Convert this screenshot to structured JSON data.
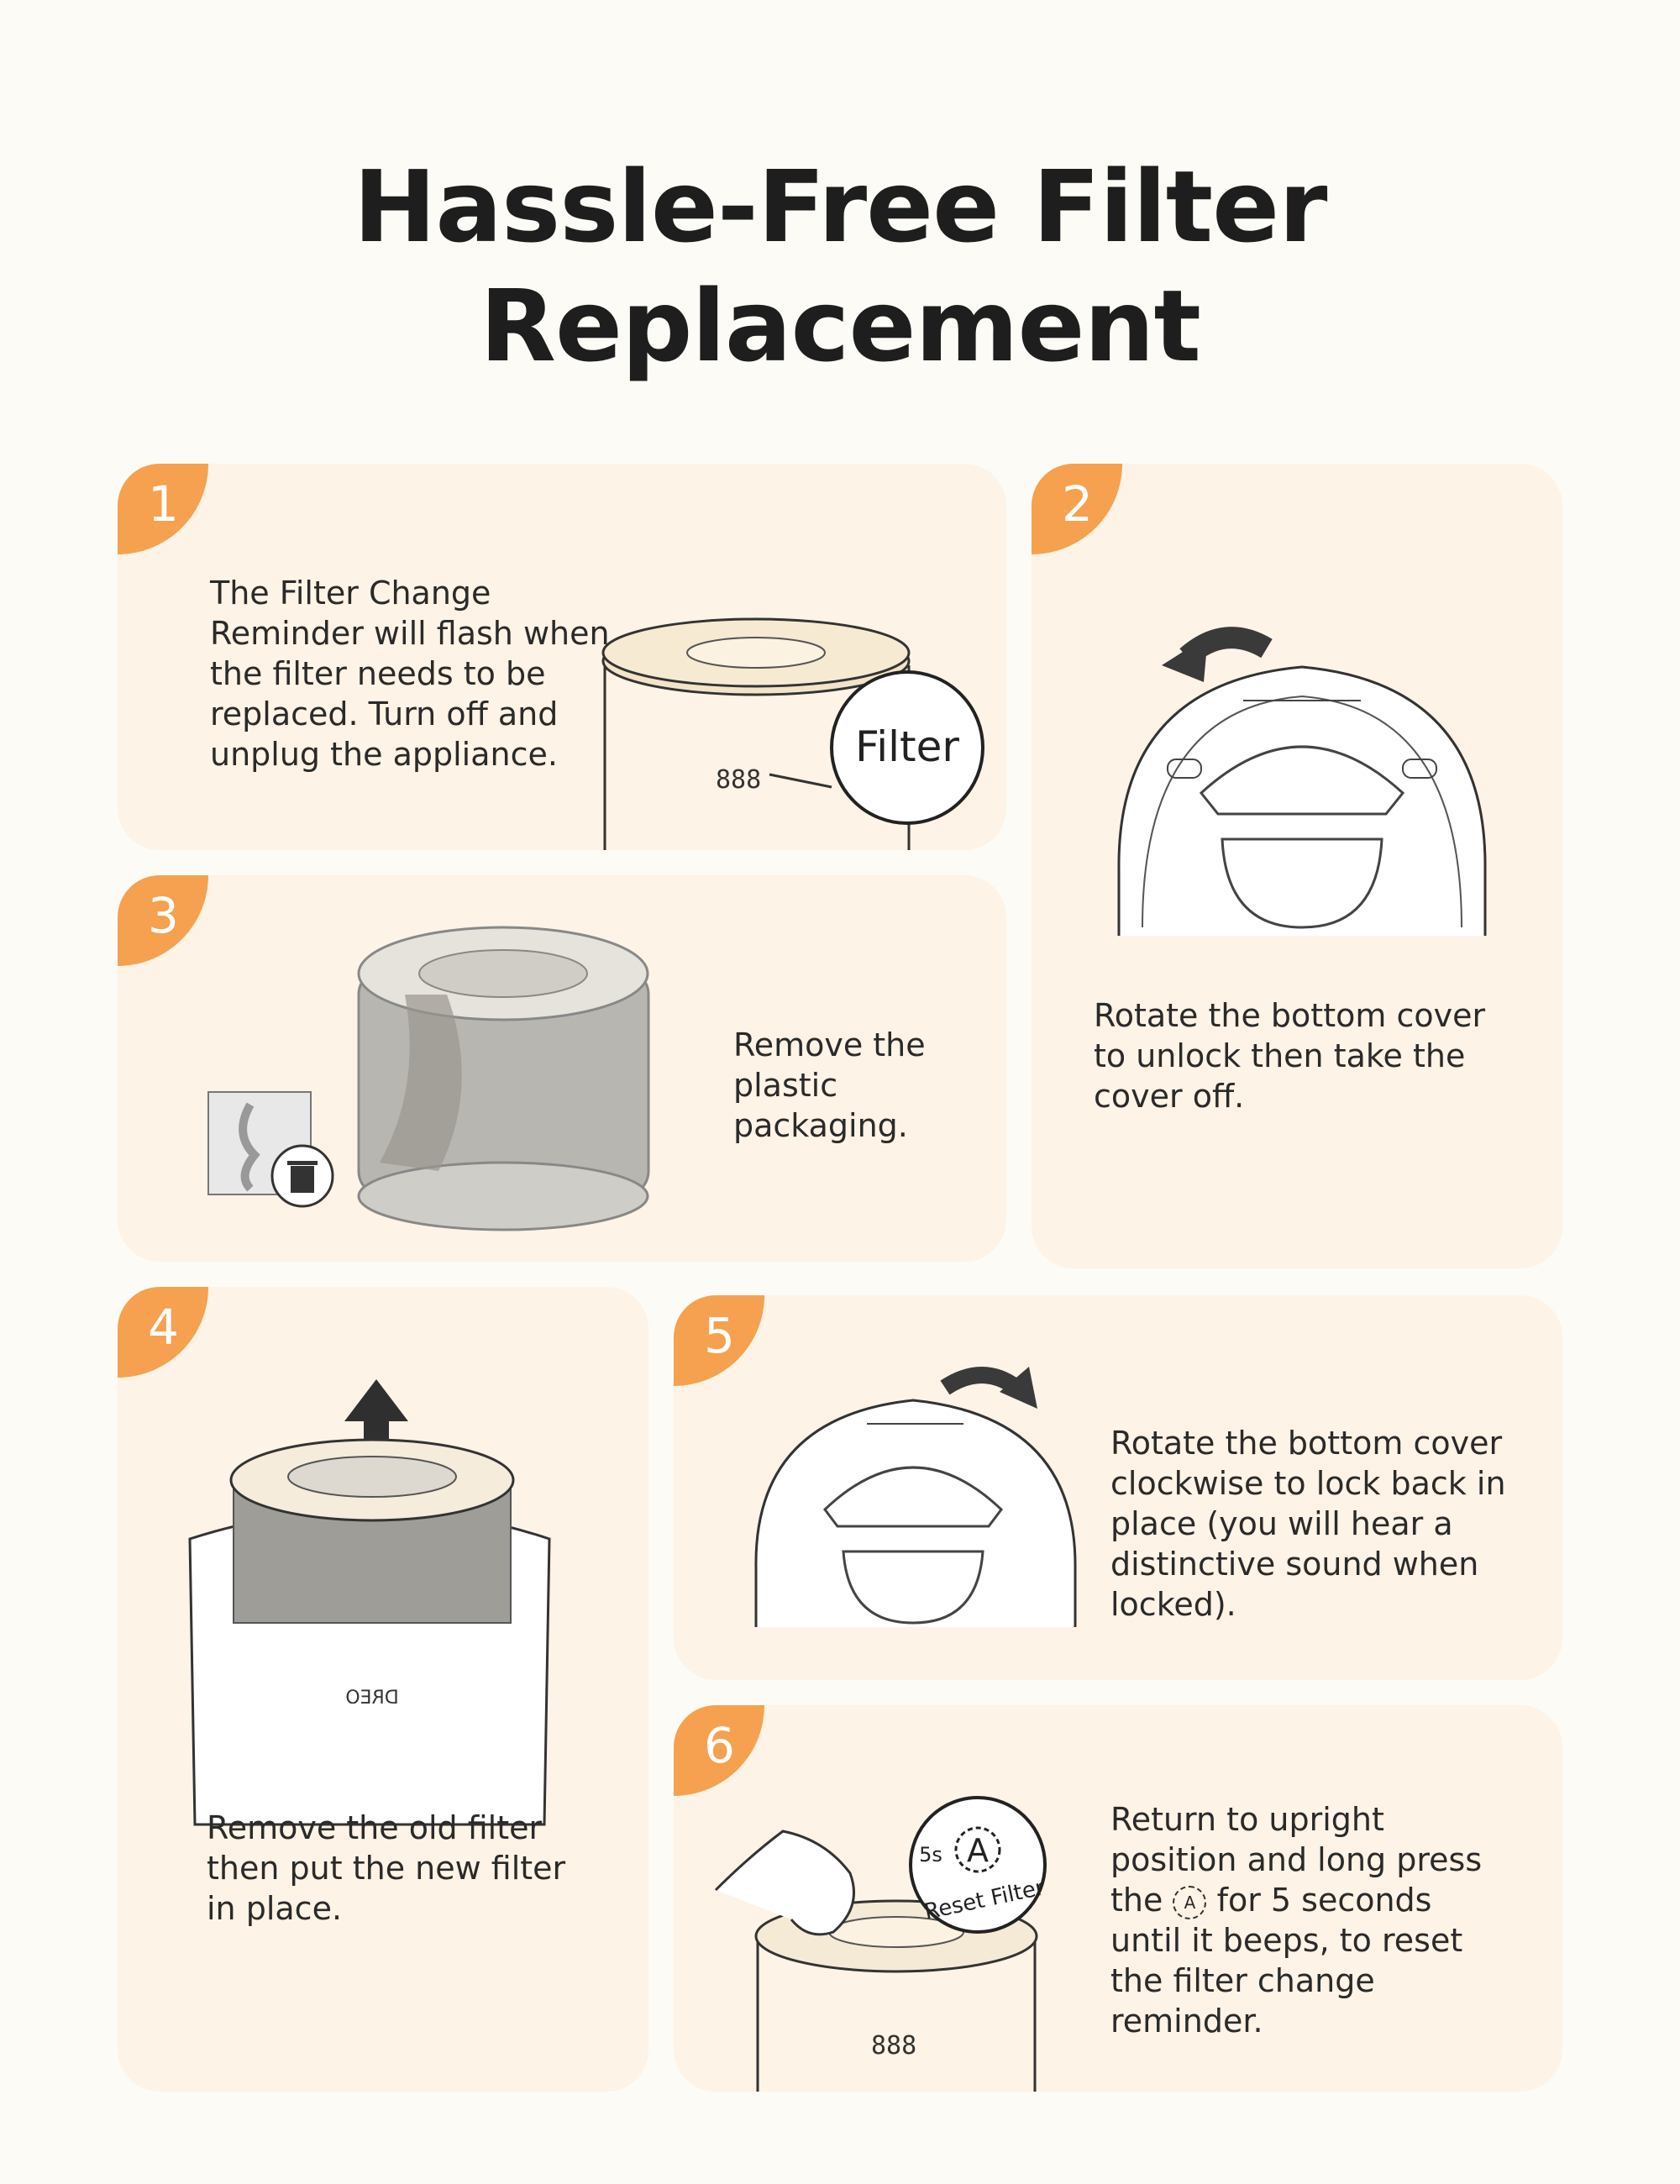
{
  "title": "Hassle-Free Filter\nReplacement",
  "steps": [
    {
      "number": "1",
      "text": "The Filter Change\nReminder will flash when\nthe filter needs to be\nreplaced. Turn off and\nunplug the appliance.",
      "callout": "Filter",
      "display": "888"
    },
    {
      "number": "2",
      "text": "Rotate the bottom cover\nto unlock then take the\ncover off."
    },
    {
      "number": "3",
      "text": "Remove the\nplastic\npackaging."
    },
    {
      "number": "4",
      "text": "Remove the old filter\nthen put the new filter\nin place.",
      "brand": "DREO"
    },
    {
      "number": "5",
      "text": "Rotate the bottom cover\nclockwise to lock back in\nplace (you will hear a\ndistinctive sound when\nlocked)."
    },
    {
      "number": "6",
      "text_before": "Return to upright\nposition and long press\nthe",
      "text_after": "for 5 seconds\nuntil it beeps, to reset\nthe filter change\nreminder.",
      "display": "888",
      "button_letter": "A",
      "button_duration": "5s",
      "button_label": "Reset Filter"
    }
  ],
  "colors": {
    "accent": "#f6a14f",
    "card": "#fdf3e6",
    "background": "#fdfbf5"
  }
}
